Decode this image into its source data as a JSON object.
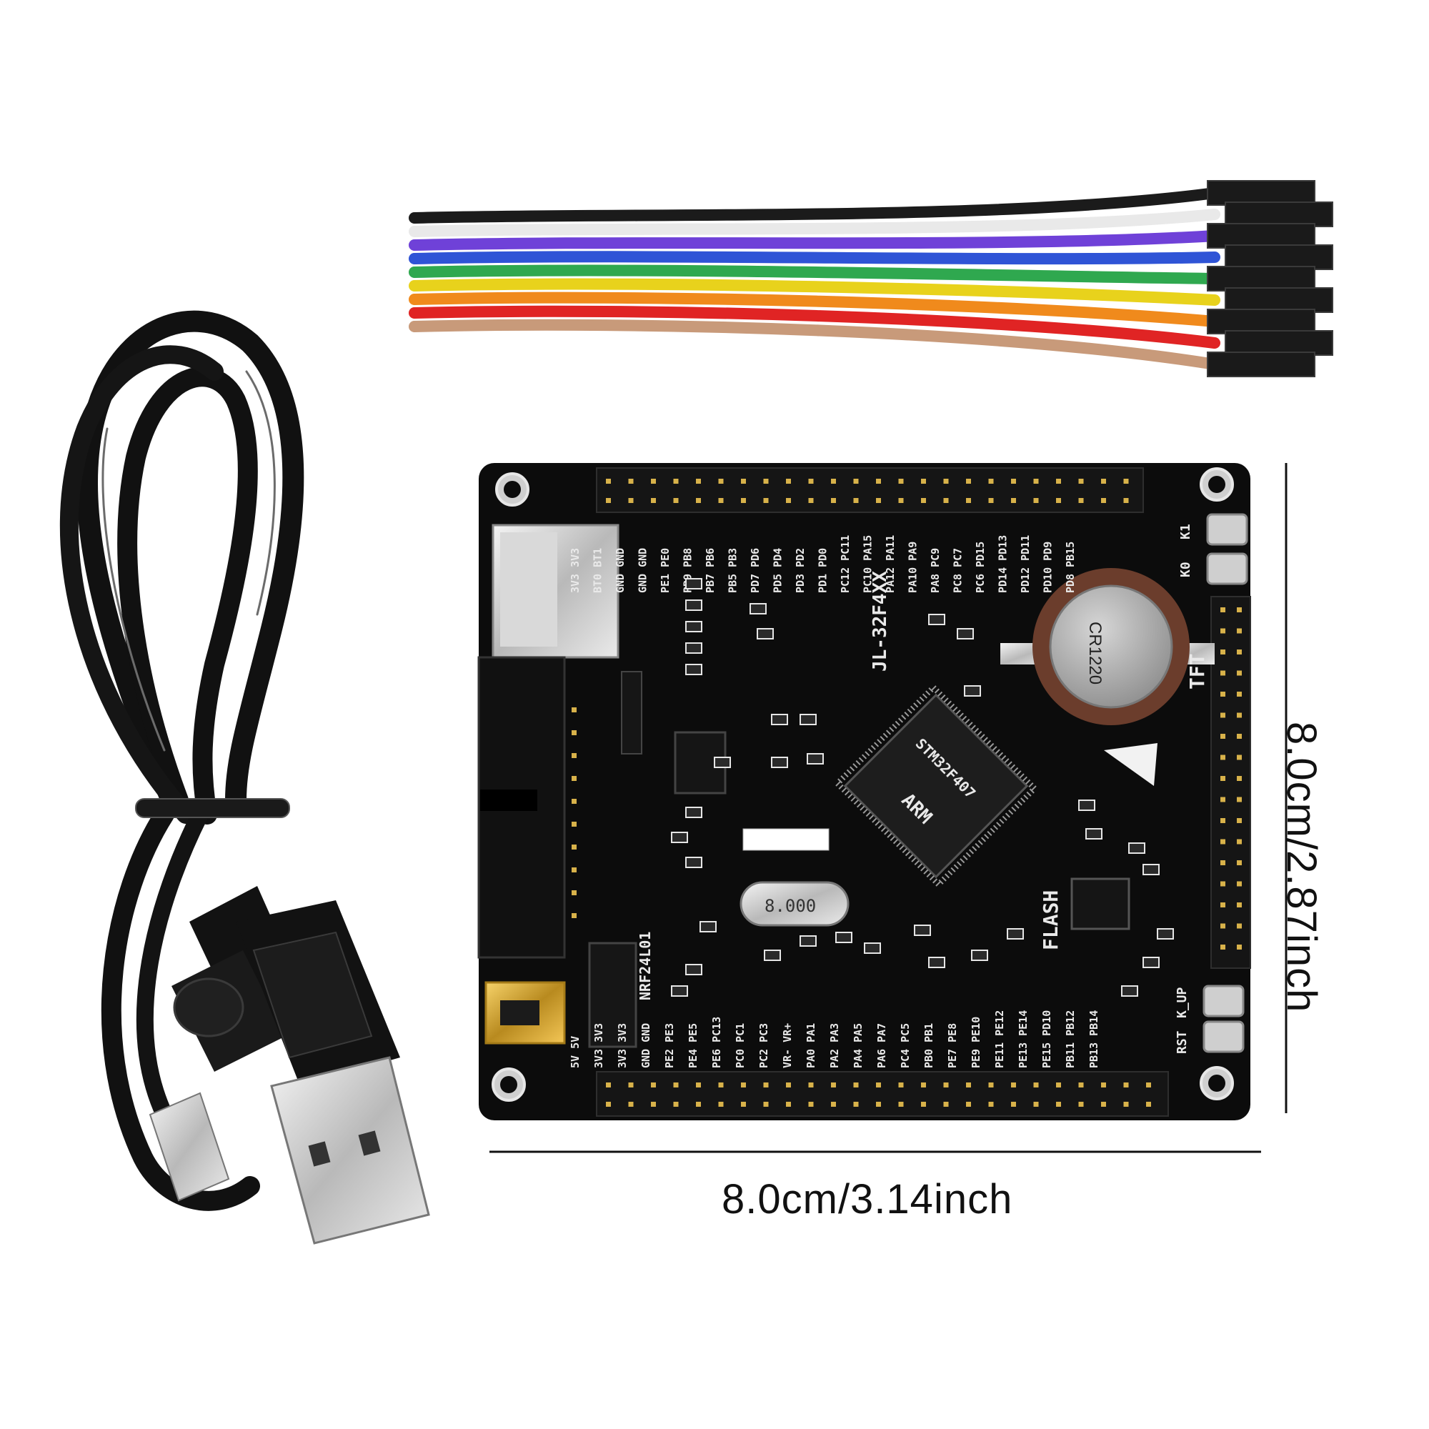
{
  "dimensions": {
    "width_label": "8.0cm/3.14inch",
    "height_label": "8.0cm/2.87inch"
  },
  "board": {
    "model_label": "JL-32F4XX",
    "flash_label": "FLASH",
    "tft_label": "TFT",
    "nrf_label": "NRF24L01",
    "battery_label": "CR1220",
    "crystal_label": "8.000",
    "arm_label": "ARM",
    "chip_label": "STM32F407",
    "key_labels": [
      "K1",
      "K0",
      "K_UP",
      "RST"
    ],
    "header_top_labels": [
      "3V3 3V3",
      "BT0 BT1",
      "GND GND",
      "GND GND",
      "PE1 PE0",
      "PB9 PB8",
      "PB7 PB6",
      "PB5 PB3",
      "PD7 PD6",
      "PD5 PD4",
      "PD3 PD2",
      "PD1 PD0",
      "PC12 PC11",
      "PC10 PA15",
      "PA12 PA11",
      "PA10 PA9",
      "PA8 PC9",
      "PC8 PC7",
      "PC6 PD15",
      "PD14 PD13",
      "PD12 PD11",
      "PD10 PD9",
      "PD8 PB15"
    ],
    "header_bottom_labels": [
      "5V 5V",
      "3V3 3V3",
      "3V3 3V3",
      "GND GND",
      "PE2 PE3",
      "PE4 PE5",
      "PE6 PC13",
      "PC0 PC1",
      "PC2 PC3",
      "VR- VR+",
      "PA0 PA1",
      "PA2 PA3",
      "PA4 PA5",
      "PA6 PA7",
      "PC4 PC5",
      "PB0 PB1",
      "PE7 PE8",
      "PE9 PE10",
      "PE11 PE12",
      "PE13 PE14",
      "PE15 PD10",
      "PB11 PB12",
      "PB13 PB14"
    ]
  },
  "jumper_wire_colors": [
    "#1b1b1b",
    "#f2f2f2",
    "#6f41d8",
    "#2f54d6",
    "#2fa84f",
    "#e8d21c",
    "#f08a1c",
    "#e02424",
    "#c89a7a"
  ],
  "colors": {
    "pcb": "#0c0c0c",
    "cable": "#111111",
    "text": "#111111"
  }
}
